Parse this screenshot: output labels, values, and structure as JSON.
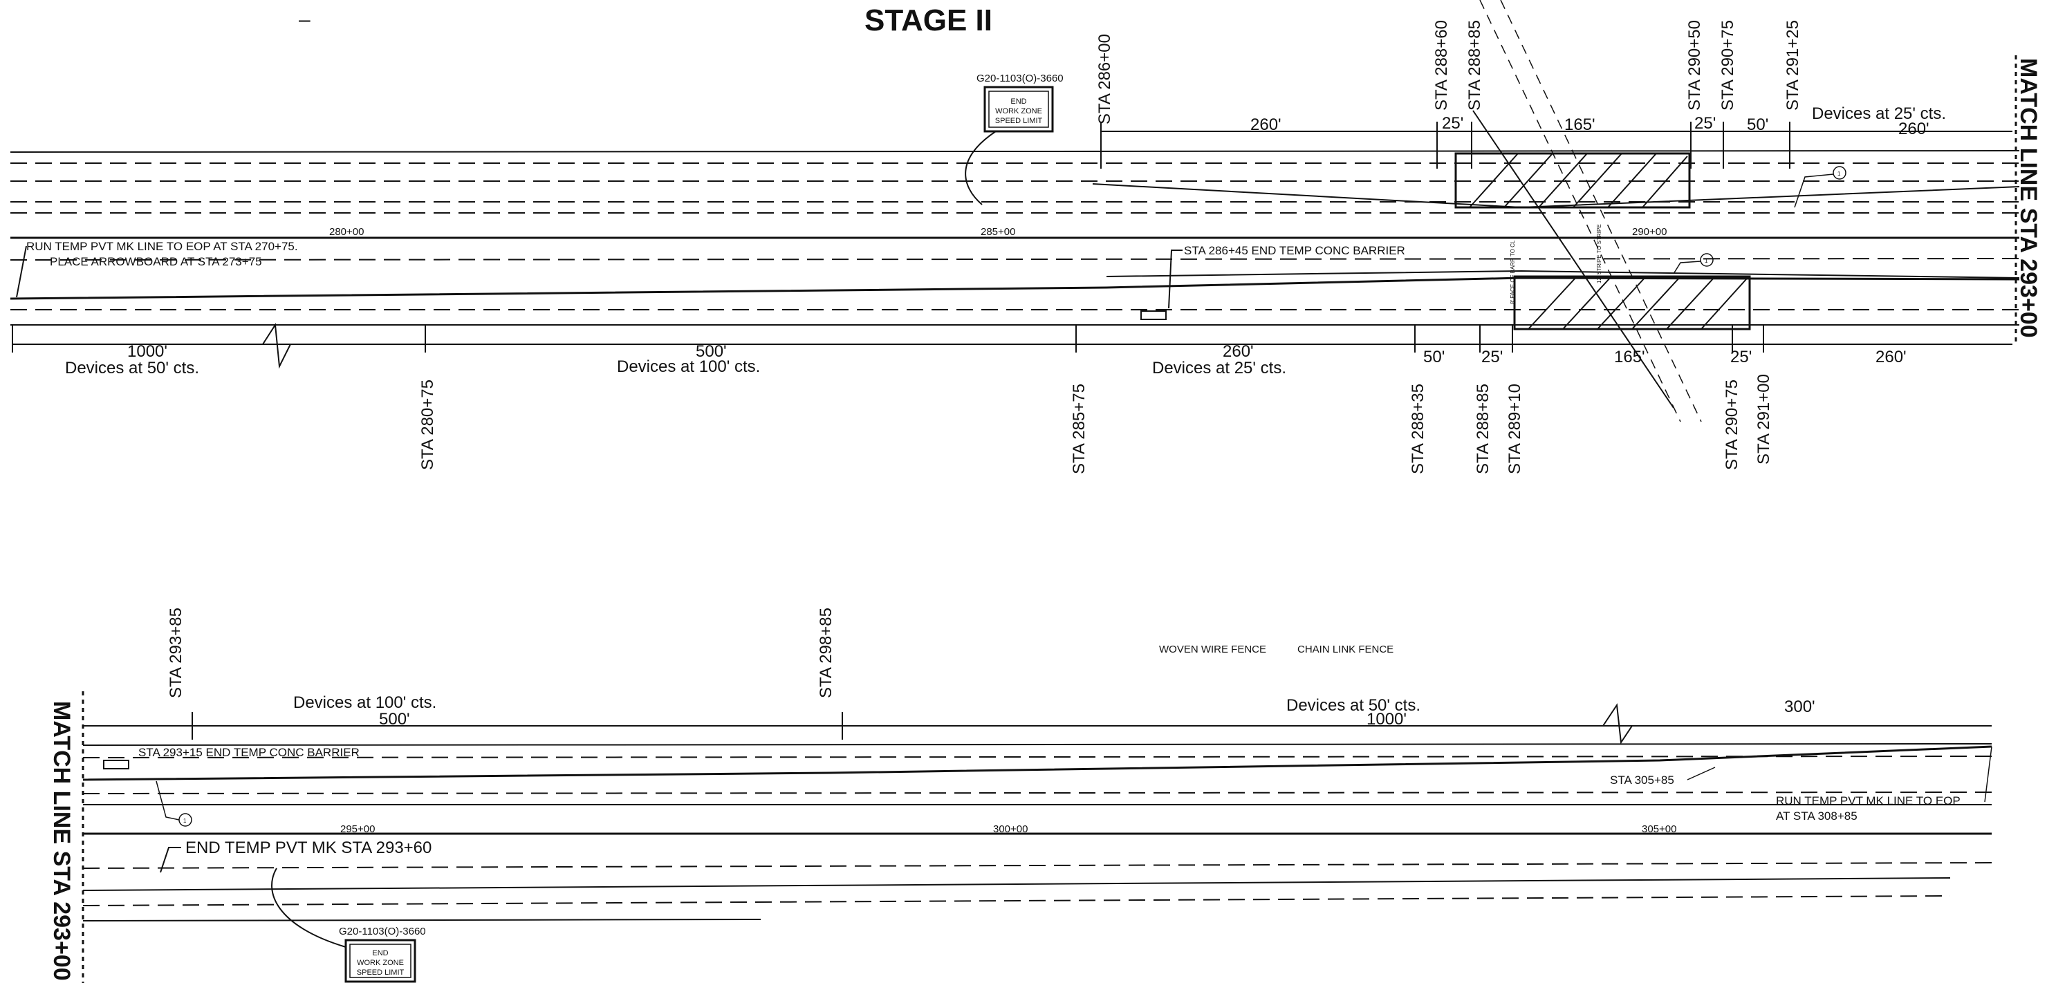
{
  "title": "STAGE II",
  "dash_mark": "–",
  "match_line_right": "MATCH LINE STA 293+00",
  "match_line_left": "MATCH LINE STA 293+00",
  "top": {
    "stations_above": [
      "STA 286+00",
      "STA 288+60",
      "STA 288+85",
      "STA 290+50",
      "STA 290+75",
      "STA 291+25"
    ],
    "dims_above": [
      "260'",
      "25'",
      "165'",
      "25'",
      "50'",
      "260'"
    ],
    "devices_25_above": "Devices at 25' cts.",
    "sign_code": "G20-1103(O)-3660",
    "sign_lines": [
      "END",
      "WORK ZONE",
      "SPEED LIMIT"
    ],
    "station_ticks": [
      "280+00",
      "285+00",
      "290+00"
    ],
    "note_run": "RUN TEMP PVT MK LINE TO EOP AT STA 270+75.",
    "note_arrow": "PLACE ARROWBOARD AT STA 273+75",
    "note_barrier": "STA 286+45 END TEMP CONC BARRIER",
    "vert_notes": [
      "8' FACE OF BARR TO CL",
      "12' STRIPE TO STRIPE"
    ],
    "callout": "1",
    "dims_below": [
      "1000'",
      "500'",
      "260'",
      "50'",
      "25'",
      "165'",
      "25'",
      "260'"
    ],
    "devices_50": "Devices at 50' cts.",
    "devices_100": "Devices at 100' cts.",
    "devices_25": "Devices at 25' cts.",
    "stations_below": [
      "STA 280+75",
      "STA 285+75",
      "STA 288+35",
      "STA 288+85",
      "STA 289+10",
      "STA 290+75",
      "STA 291+00"
    ]
  },
  "bottom": {
    "stations_above": [
      "STA 293+85",
      "STA 298+85"
    ],
    "devices_100": "Devices at 100' cts.",
    "devices_50": "Devices at 50' cts.",
    "dims": [
      "500'",
      "1000'",
      "300'"
    ],
    "fence_woven": "WOVEN WIRE FENCE",
    "fence_chain": "CHAIN LINK FENCE",
    "note_barrier": "STA 293+15 END TEMP CONC BARRIER",
    "note_sta": "STA 305+85",
    "note_run_1": "RUN TEMP PVT MK LINE TO EOP",
    "note_run_2": "AT STA 308+85",
    "note_end": "END TEMP PVT MK STA 293+60",
    "station_ticks": [
      "295+00",
      "300+00",
      "305+00"
    ],
    "callout": "1",
    "sign_code": "G20-1103(O)-3660",
    "sign_lines": [
      "END",
      "WORK ZONE",
      "SPEED LIMIT"
    ]
  }
}
